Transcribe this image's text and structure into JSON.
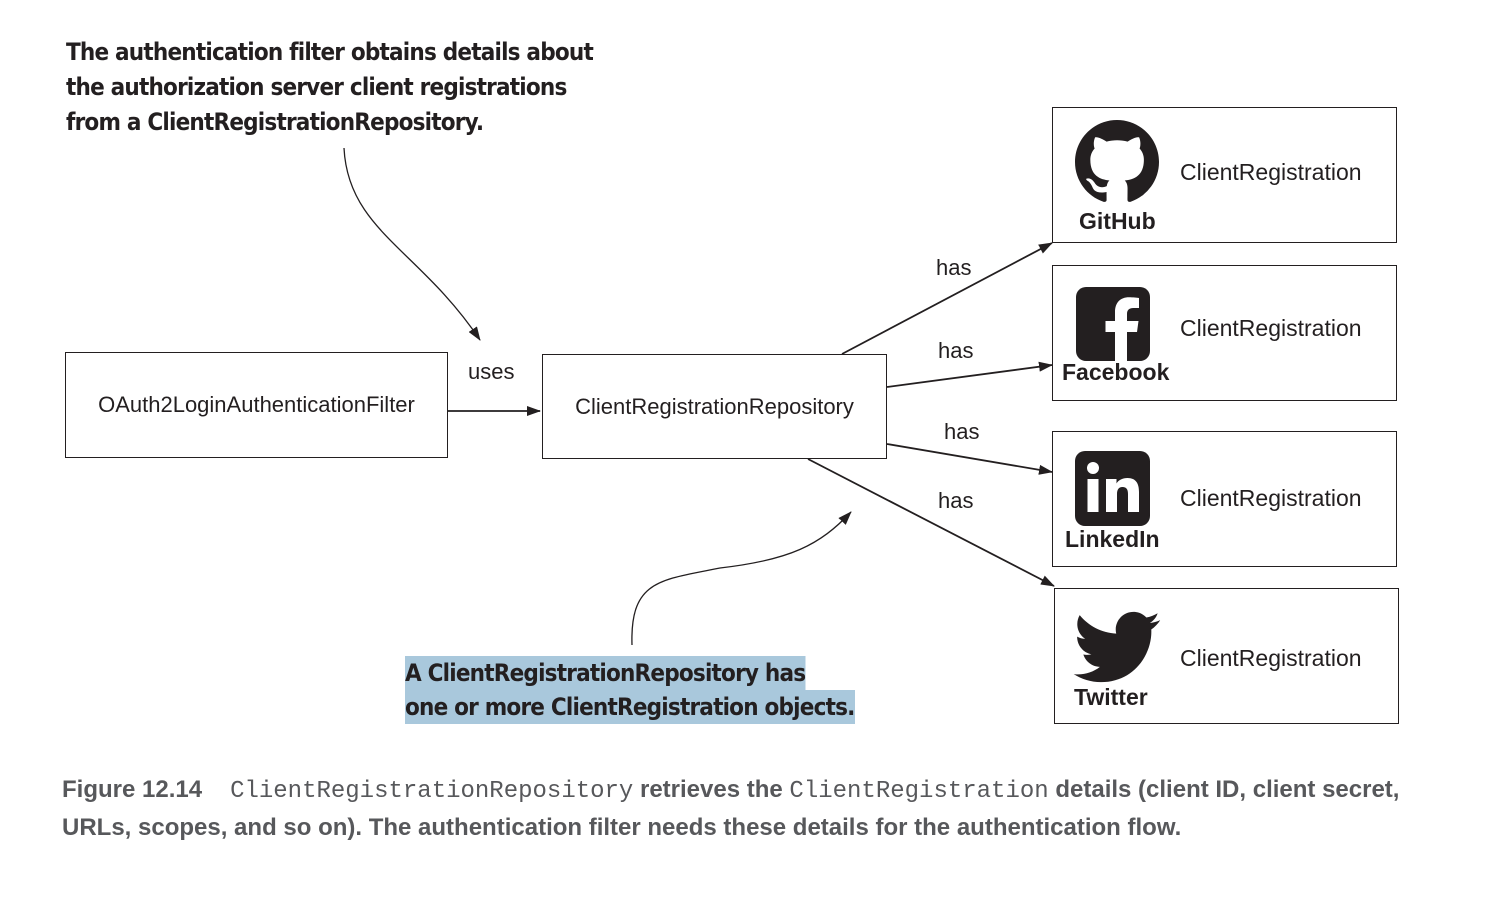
{
  "callouts": {
    "top": [
      "The authentication filter obtains details about",
      "the authorization server client registrations",
      "from a ClientRegistrationRepository."
    ],
    "bottom": [
      "A ClientRegistrationRepository has",
      "one or more ClientRegistration objects."
    ]
  },
  "nodes": {
    "filter": "OAuth2LoginAuthenticationFilter",
    "repository": "ClientRegistrationRepository"
  },
  "edges": {
    "uses": "uses",
    "has": [
      "has",
      "has",
      "has",
      "has"
    ]
  },
  "registrations": [
    {
      "label": "ClientRegistration",
      "brand": "GitHub",
      "icon": "github-icon"
    },
    {
      "label": "ClientRegistration",
      "brand": "Facebook",
      "icon": "facebook-icon"
    },
    {
      "label": "ClientRegistration",
      "brand": "LinkedIn",
      "icon": "linkedin-icon"
    },
    {
      "label": "ClientRegistration",
      "brand": "Twitter",
      "icon": "twitter-icon"
    }
  ],
  "caption": {
    "figure": "Figure 12.14",
    "code1": "ClientRegistrationRepository",
    "text1": " retrieves the ",
    "code2": "ClientRegistration",
    "text2": " details (client ID, client secret, URLs, scopes, and so on). The authentication filter needs these details for the authentication flow."
  }
}
